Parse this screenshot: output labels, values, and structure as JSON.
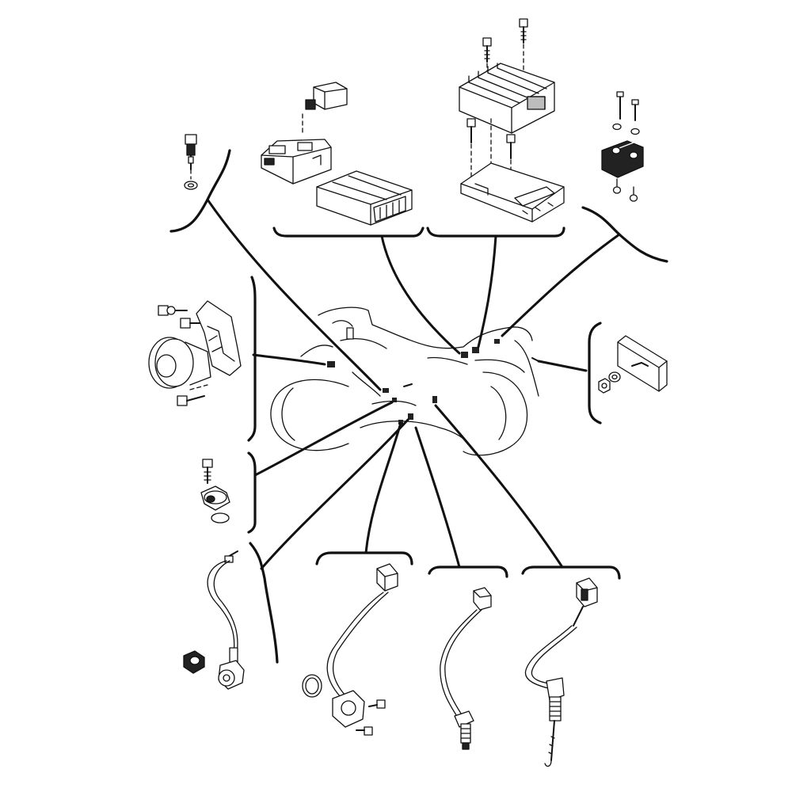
{
  "diagram": {
    "kind": "exploded-parts-diagram",
    "parts": [
      {
        "id": "temperature-sensor",
        "icon": "thermo-sensor-icon"
      },
      {
        "id": "ecu-relay-unit",
        "icon": "ecu-module-icon"
      },
      {
        "id": "rectifier-regulator",
        "icon": "finned-regulator-icon"
      },
      {
        "id": "tilt-sensor",
        "icon": "bracket-sensor-icon"
      },
      {
        "id": "horn",
        "icon": "horn-icon"
      },
      {
        "id": "reflector",
        "icon": "reflector-icon"
      },
      {
        "id": "neutral-switch",
        "icon": "plug-switch-icon"
      },
      {
        "id": "knock-sensor",
        "icon": "knock-sensor-icon"
      },
      {
        "id": "crank-position-sensor",
        "icon": "crank-sensor-icon"
      },
      {
        "id": "speed-sensor",
        "icon": "speed-sensor-icon"
      },
      {
        "id": "cable-sensor",
        "icon": "cable-sensor-icon"
      }
    ],
    "colors": {
      "ink": "#111111",
      "background": "#ffffff"
    }
  }
}
